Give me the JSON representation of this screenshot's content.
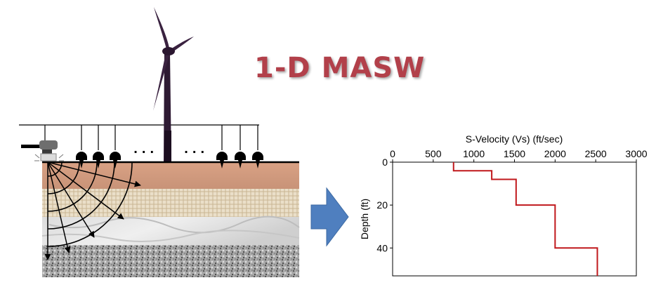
{
  "title": "1-D MASW",
  "diagram": {
    "ellipsis_left": "· · ·",
    "ellipsis_right": "· · ·",
    "arrow_color": "#4f7fbf"
  },
  "chart_data": {
    "type": "line",
    "title": "",
    "xlabel": "S-Velocity (Vs) (ft/sec)",
    "ylabel": "Depth (ft)",
    "xlim": [
      0,
      3000
    ],
    "ylim": [
      0,
      53
    ],
    "y_inverted": true,
    "x_ticks": [
      0,
      500,
      1000,
      1500,
      2000,
      2500,
      3000
    ],
    "y_ticks": [
      0,
      20,
      40
    ],
    "x_axis_position": "top",
    "line_color": "#c0181c",
    "profile": [
      {
        "velocity": 750,
        "top": 0,
        "bottom": 4
      },
      {
        "velocity": 1220,
        "top": 4,
        "bottom": 8
      },
      {
        "velocity": 1520,
        "top": 8,
        "bottom": 20
      },
      {
        "velocity": 2000,
        "top": 20,
        "bottom": 40
      },
      {
        "velocity": 2520,
        "top": 40,
        "bottom": 53
      }
    ]
  }
}
